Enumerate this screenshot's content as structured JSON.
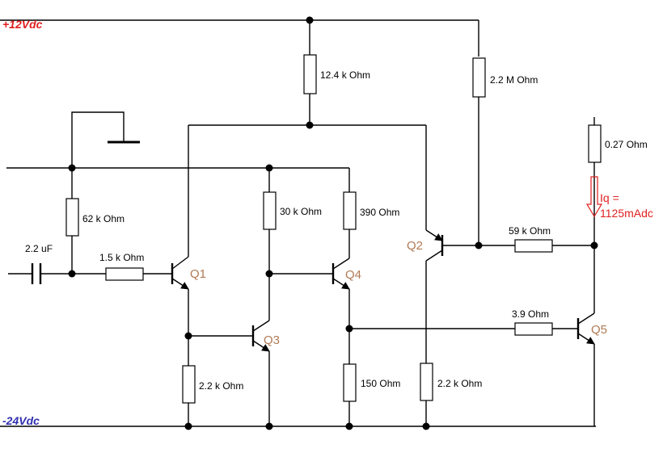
{
  "colors": {
    "positive_rail": "#e02020",
    "negative_rail": "#3030b0",
    "transistor_label": "#b07a55",
    "annotation": "#e02020"
  },
  "rails": {
    "positive": "+12Vdc",
    "negative": "-24Vdc"
  },
  "resistors": {
    "r_12k4": "12.4 k Ohm",
    "r_2m2": "2.2 M Ohm",
    "r_0r27": "0.27  Ohm",
    "r_62k": "62 k Ohm",
    "r_30k": "30 k Ohm",
    "r_390": "390  Ohm",
    "r_1k5": "1.5 k Ohm",
    "r_59k": "59 k Ohm",
    "r_3r9": "3.9  Ohm",
    "r_2k2_a": "2.2 k Ohm",
    "r_150": "150  Ohm",
    "r_2k2_b": "2.2 k Ohm"
  },
  "capacitor": "2.2 uF",
  "transistors": [
    "Q1",
    "Q2",
    "Q3",
    "Q4",
    "Q5"
  ],
  "annotation": {
    "line1": "Iq =",
    "line2": "1125mAdc"
  }
}
